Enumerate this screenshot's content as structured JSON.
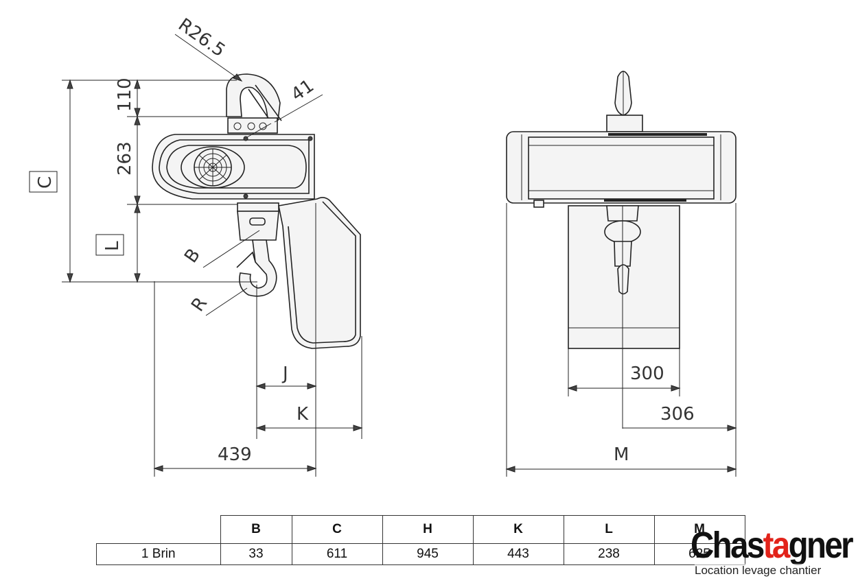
{
  "dimensions": {
    "radius_top": "R26.5",
    "hook_width": "41",
    "d_110": "110",
    "d_263": "263",
    "label_c": "C",
    "label_l": "L",
    "label_b": "B",
    "label_r": "R",
    "label_j": "J",
    "label_k": "K",
    "d_439": "439",
    "d_300": "300",
    "d_306": "306",
    "label_m": "M"
  },
  "table": {
    "headers": [
      "B",
      "C",
      "H",
      "K",
      "L",
      "M"
    ],
    "rows": [
      {
        "label": "1 Brin",
        "values": [
          "33",
          "611",
          "945",
          "443",
          "238",
          "625"
        ]
      }
    ]
  },
  "logo": {
    "brand_prefix": "Chas",
    "brand_accent": "ta",
    "brand_suffix": "gner",
    "tagline": "Location levage chantier",
    "accent_color": "#e2231a"
  }
}
